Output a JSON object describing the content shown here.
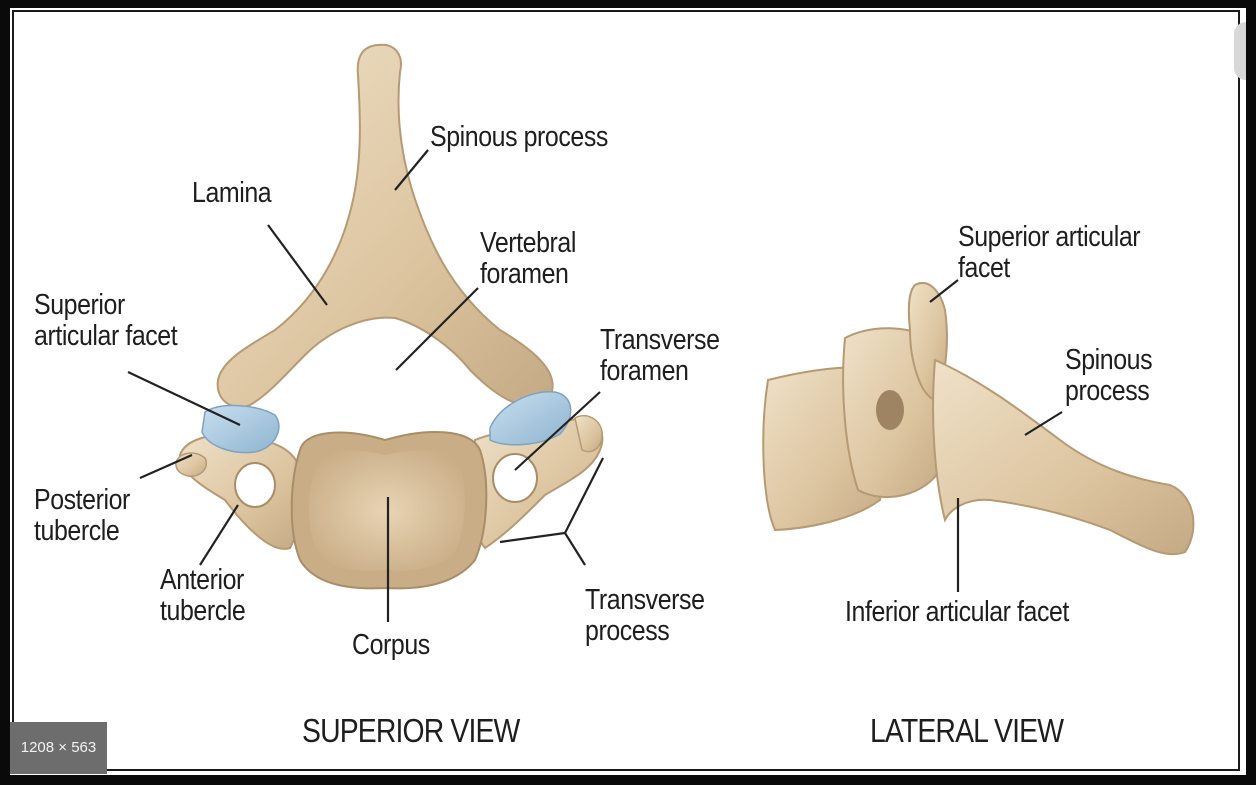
{
  "superior_view": {
    "title": "SUPERIOR VIEW",
    "labels": {
      "spinous_process": "Spinous process",
      "lamina": "Lamina",
      "vertebral_foramen": "Vertebral\nforamen",
      "superior_articular_facet": "Superior\narticular facet",
      "transverse_foramen": "Transverse\nforamen",
      "posterior_tubercle": "Posterior\ntubercle",
      "anterior_tubercle": "Anterior\ntubercle",
      "corpus": "Corpus",
      "transverse_process": "Transverse\nprocess"
    }
  },
  "lateral_view": {
    "title": "LATERAL VIEW",
    "labels": {
      "superior_articular_facet": "Superior articular\nfacet",
      "spinous_process": "Spinous\nprocess",
      "inferior_articular_facet": "Inferior articular facet"
    }
  },
  "image_size_badge": "1208 × 563",
  "colors": {
    "bone": "#e2ccaa",
    "bone_shadow": "#b99f7b",
    "bone_light": "#efe1c8",
    "cartilage": "#a9c9de",
    "leader": "#222222",
    "frame": "#0a0a0a"
  }
}
